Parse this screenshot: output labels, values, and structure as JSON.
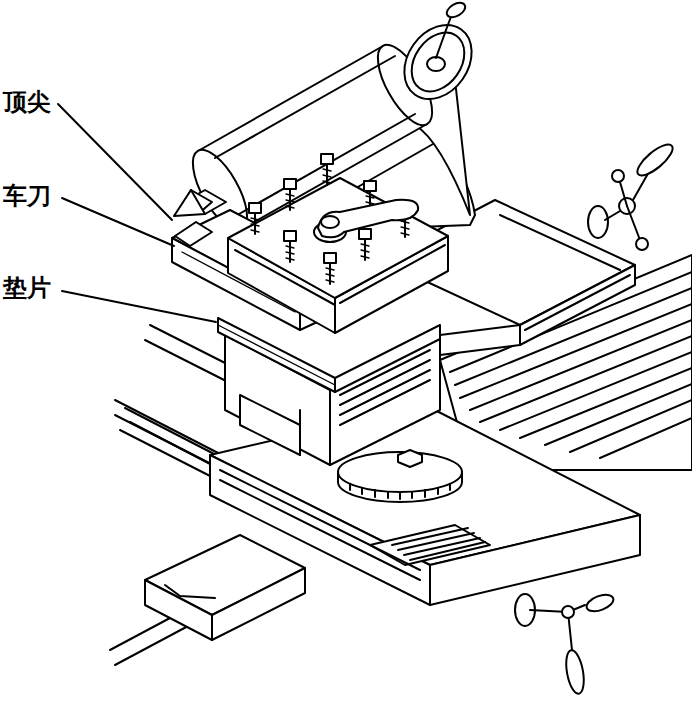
{
  "diagram": {
    "labels": [
      "顶尖",
      "车刀",
      "垫片"
    ]
  }
}
